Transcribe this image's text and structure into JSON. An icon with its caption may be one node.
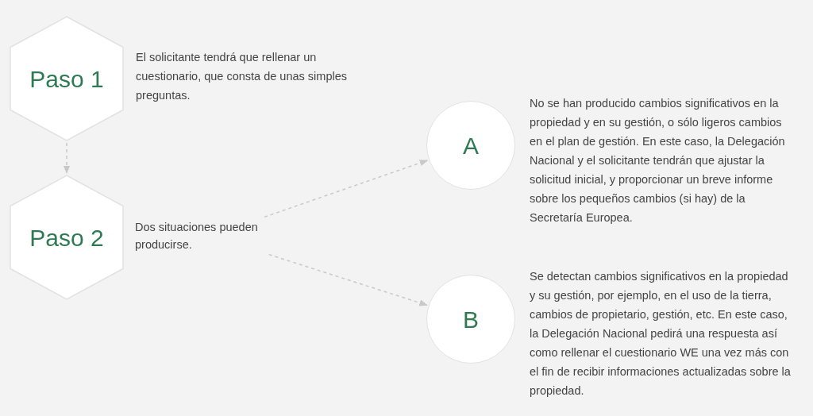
{
  "diagram": {
    "nodes": [
      {
        "text": [
          "Paso 1"
        ],
        "beside": [
          "El solicitante tendrá que rellenar un cuestionario, que consta de unas simples preguntas."
        ]
      },
      {
        "text": [
          "Paso 2"
        ]
      },
      {
        "text": [
          "Dos situaciones pueden producirse."
        ]
      },
      {
        "text": [
          "A"
        ],
        "beside": [
          "No se han producido cambios significativos en la propiedad y en su gestión, o sólo ligeros cambios en el plan de gestión. En este caso, la Delegación Nacional y el solicitante tendrán que ajustar la solicitud inicial, y proporcionar un breve informe sobre los pequeños cambios (si hay) de la Secretaría Europea."
        ]
      },
      {
        "text": [
          "B"
        ],
        "beside": [
          "Se detectan cambios significativos en la propiedad y su gestión, por ejemplo, en el uso de la tierra, cambios de propietario, gestión, etc. En este caso, la Delegación Nacional pedirá una respuesta así como rellenar el cuestionario WE una vez más con el fin de recibir informaciones actualizadas sobre la propiedad."
        ]
      }
    ],
    "edges": [
      {
        "from": 0,
        "to": 1,
        "arrow": "to",
        "style": "dashed"
      },
      {
        "from": 2,
        "to": 3,
        "arrow": "to",
        "style": "dashed"
      },
      {
        "from": 2,
        "to": 4,
        "arrow": "to",
        "style": "dashed"
      }
    ]
  }
}
